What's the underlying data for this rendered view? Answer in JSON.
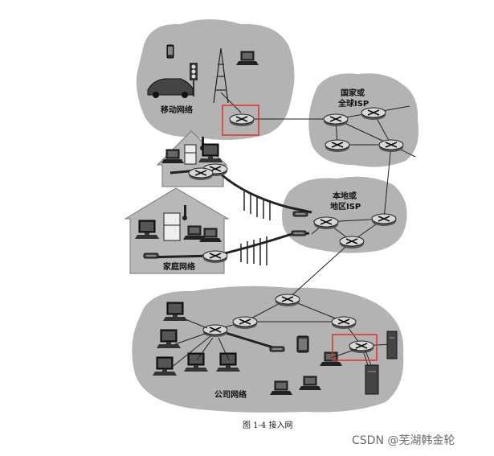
{
  "labels": {
    "mobile_network": "移动网络",
    "national_isp_line1": "国家或",
    "national_isp_line2": "全球ISP",
    "local_isp_line1": "本地或",
    "local_isp_line2": "地区ISP",
    "home_network": "家庭网络",
    "enterprise_network": "公司网络"
  },
  "caption": "图 1-4   接入网",
  "watermark": "CSDN @芜湖韩金轮",
  "highlight_color": "#e0312a",
  "icon_names": [
    "router-icon",
    "laptop-icon",
    "desktop-icon",
    "phone-icon",
    "car-icon",
    "traffic-light-icon",
    "cell-tower-icon",
    "refrigerator-icon",
    "thermometer-icon",
    "modem-icon",
    "tablet-icon",
    "server-icon",
    "switch-icon"
  ]
}
